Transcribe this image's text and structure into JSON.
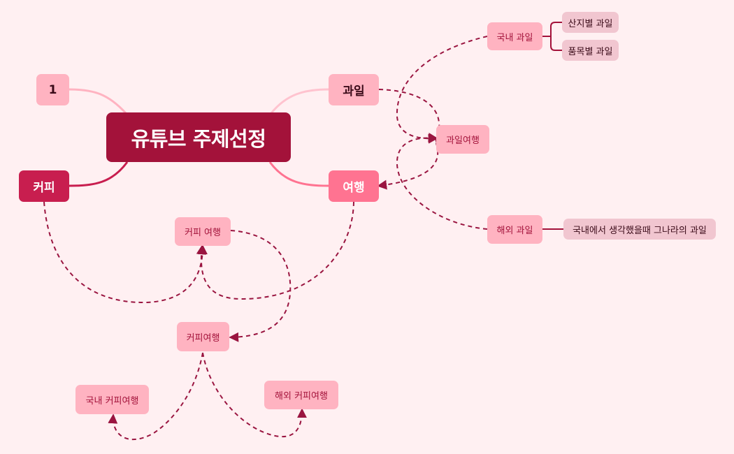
{
  "mindmap": {
    "root": "유튜브 주제선정",
    "branches": {
      "one": "1",
      "coffee": "커피",
      "fruit": "과일",
      "travel": "여행"
    },
    "floating": {
      "fruit_travel": "과일여행",
      "domestic_fruit": "국내 과일",
      "overseas_fruit": "해외 과일",
      "coffee_travel_spaced": "커피 여행",
      "coffee_travel": "커피여행",
      "domestic_coffee_travel": "국내 커피여행",
      "overseas_coffee_travel": "해외 커피여행"
    },
    "leaves": {
      "by_region": "산지별 과일",
      "by_item": "품목별 과일",
      "imagined": "국내에서 생각했을때 그나라의 과일"
    },
    "colors": {
      "background": "#fff0f2",
      "root": "#a3123a",
      "branch_light": "#ffb3c1",
      "branch_dark": "#c81e4f",
      "branch_mid": "#ff7391",
      "relation_line": "#9a1540"
    }
  }
}
